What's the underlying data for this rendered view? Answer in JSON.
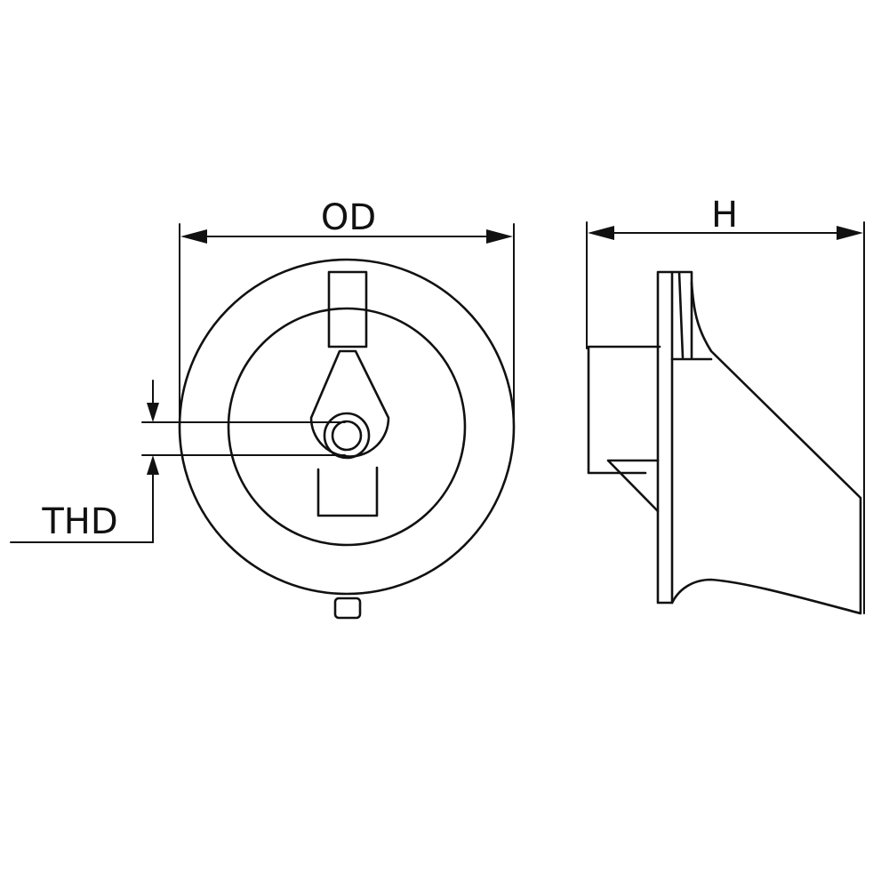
{
  "labels": {
    "outer_diameter": "OD",
    "height": "H",
    "thread": "THD"
  },
  "colors": {
    "line": "#111111",
    "background": "#ffffff"
  }
}
